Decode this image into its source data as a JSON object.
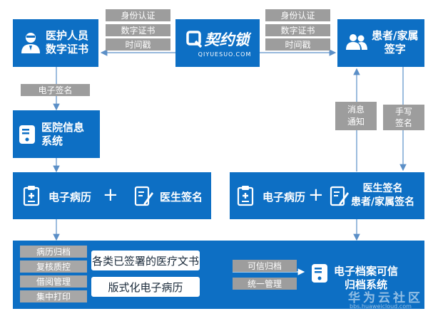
{
  "nodes": {
    "medical_cert": {
      "line1": "医护人员",
      "line2": "数字证书"
    },
    "patient_sign": {
      "line1": "患者/家属",
      "line2": "签字"
    },
    "logo": {
      "text": "契约锁",
      "sub": "QIYUESUO.COM"
    },
    "hospital_system": {
      "line1": "医院信息",
      "line2": "系统"
    },
    "left_record": {
      "emr": "电子病历",
      "plus": "+",
      "sign": "医生签名"
    },
    "right_record": {
      "emr": "电子病历",
      "plus": "+",
      "sign_line1": "医生签名",
      "sign_line2": "患者/家属签名"
    },
    "archive": {
      "line1": "电子档案可信",
      "line2": "归档系统"
    }
  },
  "edge_labels": {
    "left_top": [
      "身份认证",
      "数字证书",
      "时间戳"
    ],
    "right_top": [
      "身份认证",
      "数字证书",
      "时间戳"
    ],
    "e_sign": "电子签名",
    "msg_notice": [
      "消息",
      "通知"
    ],
    "handwritten": [
      "手写",
      "签名"
    ],
    "trusted_archive": "可信归档",
    "unified_mgmt": "统一管理"
  },
  "bottom": {
    "functions": [
      "病历归档",
      "复核质控",
      "借阅管理",
      "集中打印"
    ],
    "documents": [
      "各类已签署的医疗文书",
      "版式化电子病历"
    ]
  },
  "watermark": {
    "text": "华为云社区",
    "sub": "bbs.huaweicloud.com"
  }
}
